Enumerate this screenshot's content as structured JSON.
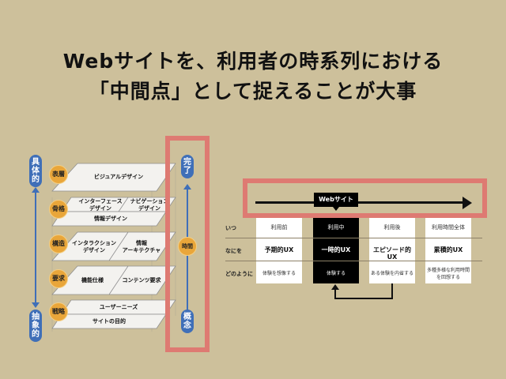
{
  "title": {
    "line1": "Webサイトを、利用者の時系列における",
    "line2": "「中間点」として捉えることが大事"
  },
  "left_diagram": {
    "axis_top": "具体的",
    "axis_bottom": "抽象的",
    "layers": [
      {
        "badge": "表層",
        "items": [
          "ビジュアルデザイン"
        ]
      },
      {
        "badge": "骨格",
        "items": [
          "インターフェース\nデザイン",
          "ナビゲーション\nデザイン",
          "情報デザイン"
        ]
      },
      {
        "badge": "構造",
        "items": [
          "インタラクション\nデザイン",
          "情報\nアーキテクチャ"
        ]
      },
      {
        "badge": "要求",
        "items": [
          "機能仕様",
          "コンテンツ要求"
        ]
      },
      {
        "badge": "戦略",
        "items": [
          "ユーザーニーズ",
          "サイトの目的"
        ]
      }
    ],
    "time_axis": {
      "top": "完了",
      "middle": "時間",
      "bottom": "概念"
    }
  },
  "right_diagram": {
    "timeline_label": "Webサイト",
    "row_labels": [
      "いつ",
      "なにを",
      "どのように"
    ],
    "columns": [
      {
        "when": "利用前",
        "what": "予期的UX",
        "how": "体験を想像する",
        "highlight": false
      },
      {
        "when": "利用中",
        "what": "一時的UX",
        "how": "体験する",
        "highlight": true
      },
      {
        "when": "利用後",
        "what": "エピソード的UX",
        "how": "ある体験を内省する",
        "highlight": false
      },
      {
        "when": "利用時間全体",
        "what": "累積的UX",
        "how": "多種多様な利用時間\nを回想する",
        "highlight": false
      }
    ]
  },
  "colors": {
    "background": "#cdc09b",
    "highlight_frame": "#de7a72",
    "axis_blue": "#3f6fb8",
    "badge_orange": "#e9a63a"
  }
}
